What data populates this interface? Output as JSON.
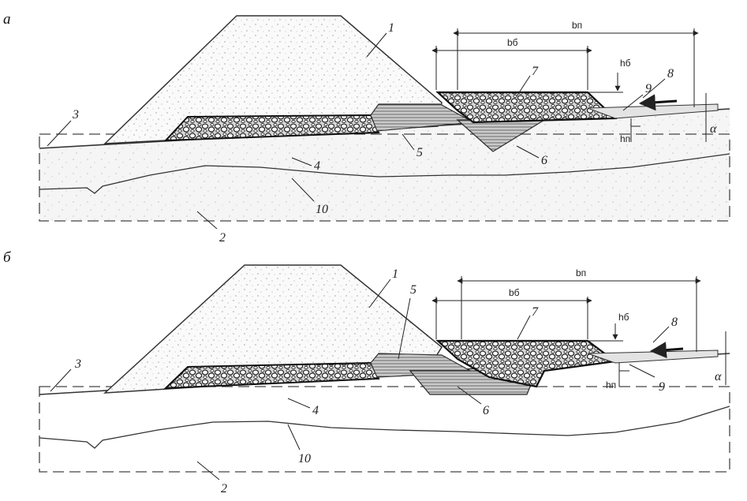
{
  "panels": [
    {
      "letter": "а",
      "labels": {
        "n1": "1",
        "n2": "2",
        "n3": "3",
        "n4": "4",
        "n5": "5",
        "n6": "6",
        "n7": "7",
        "n8": "8",
        "n9": "9",
        "n10": "10"
      },
      "dims": {
        "bp": "bп",
        "bb": "bб",
        "hb": "hб",
        "hp": "hп",
        "alpha": "α"
      }
    },
    {
      "letter": "б",
      "labels": {
        "n1": "1",
        "n2": "2",
        "n3": "3",
        "n4": "4",
        "n5": "5",
        "n6": "6",
        "n7": "7",
        "n8": "8",
        "n9": "9",
        "n10": "10"
      },
      "dims": {
        "bp": "bп",
        "bb": "bб",
        "hb": "hб",
        "hp": "hп",
        "alpha": "α"
      }
    }
  ]
}
